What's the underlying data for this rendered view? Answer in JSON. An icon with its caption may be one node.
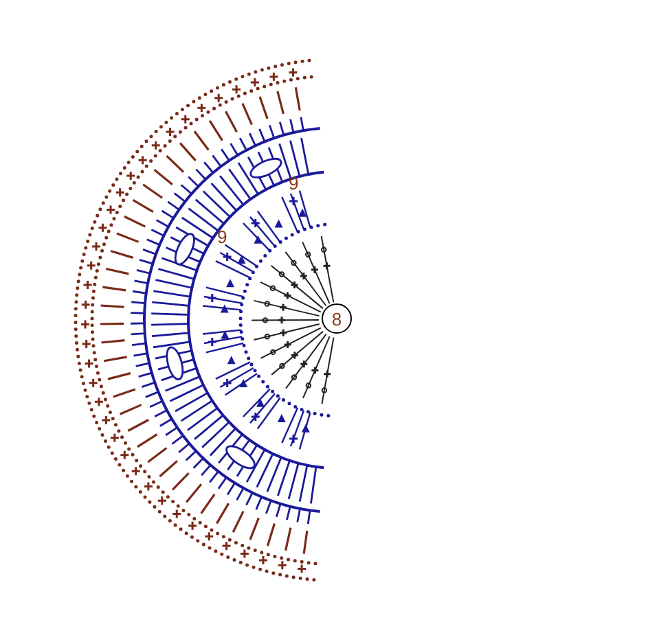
{
  "diagram": {
    "nodes": [
      {
        "text": [
          "8"
        ]
      }
    ],
    "edges": [],
    "labels": [
      "9",
      "9"
    ]
  }
}
